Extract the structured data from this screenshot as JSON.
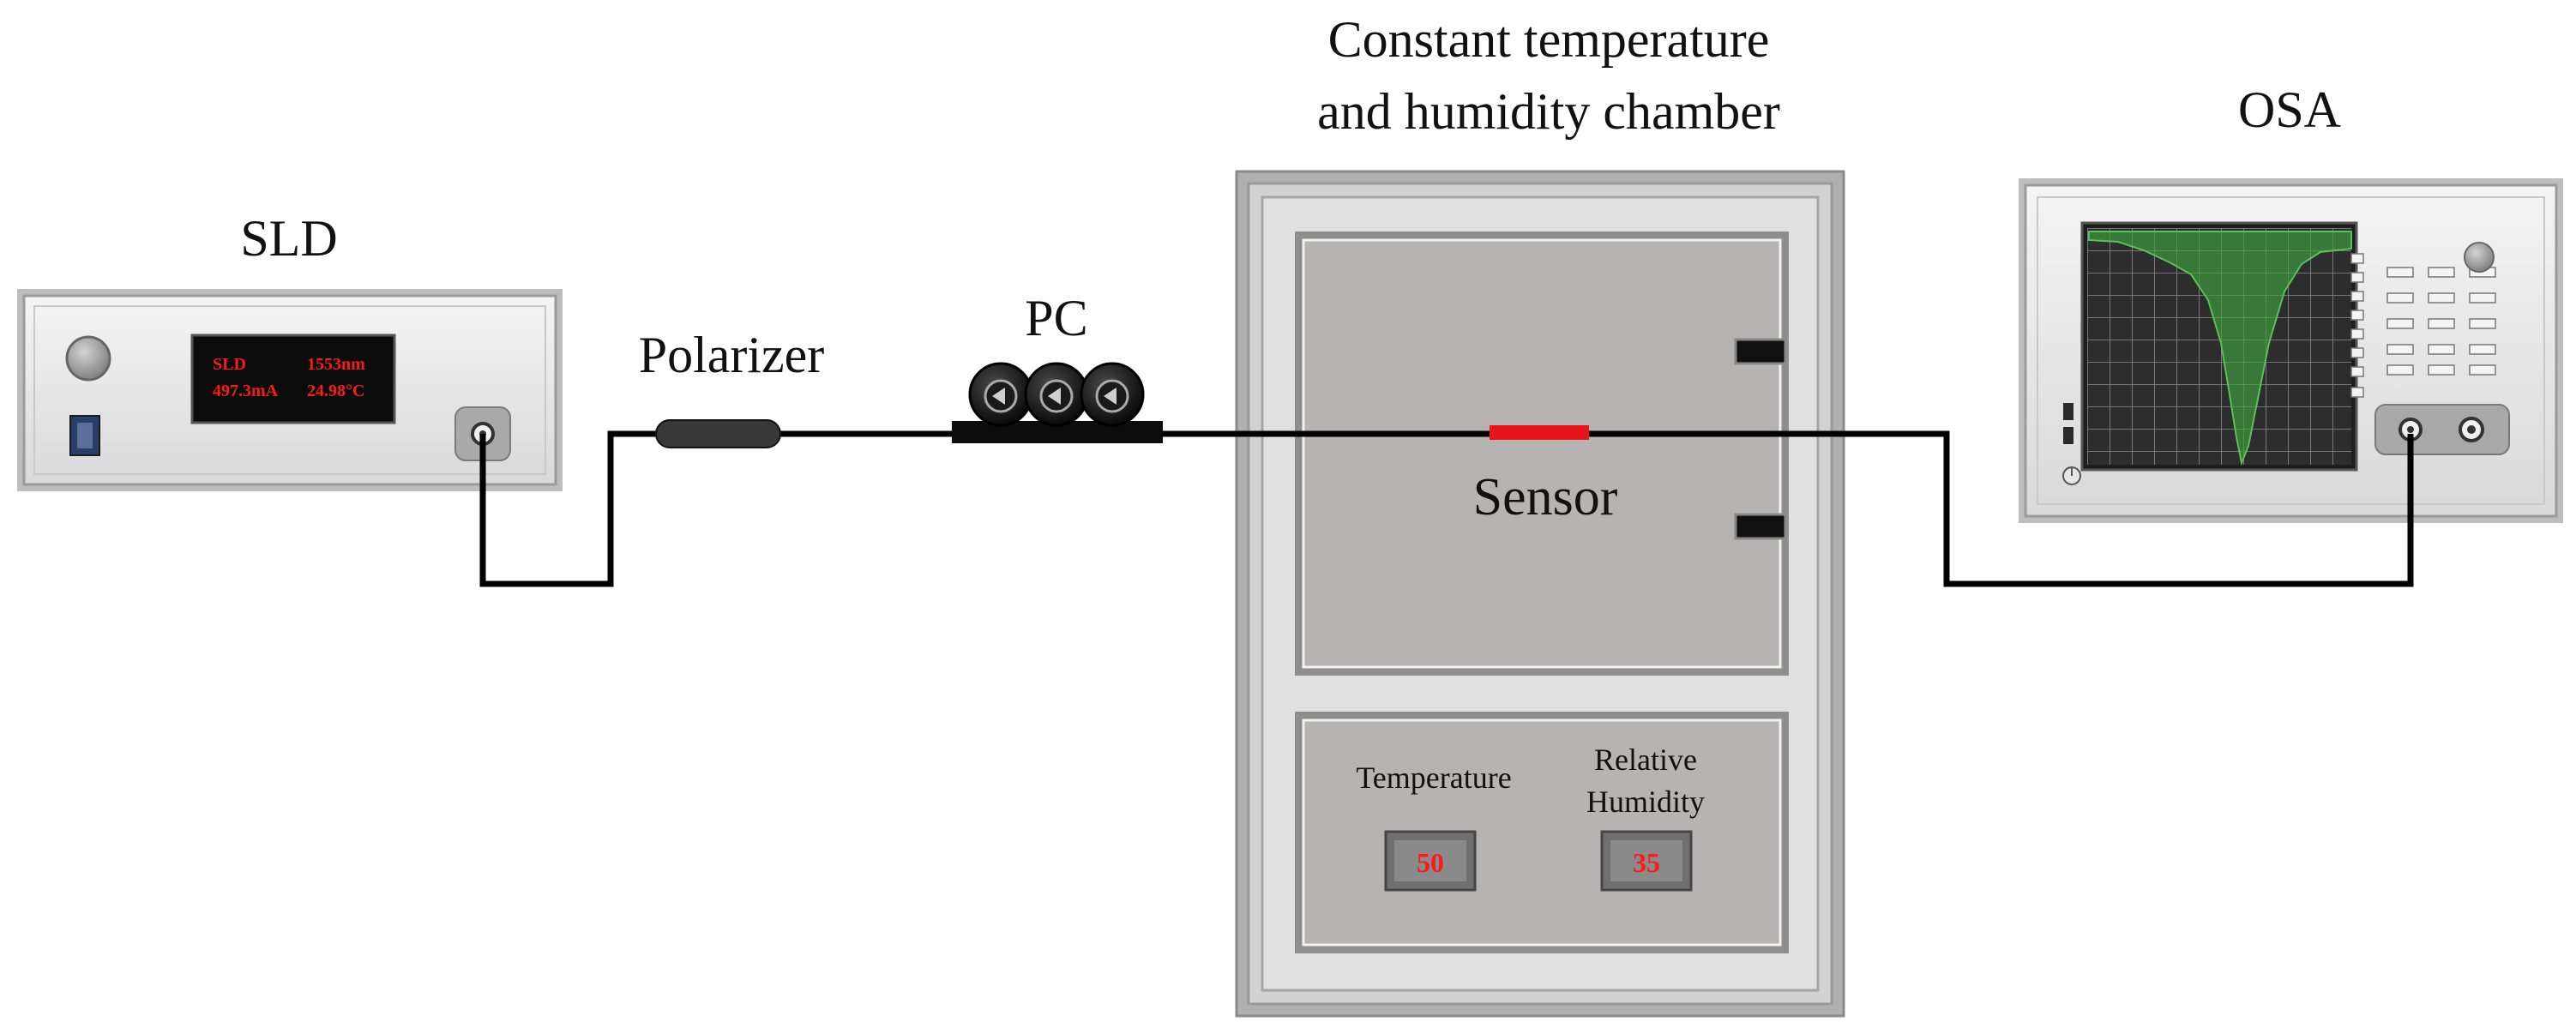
{
  "labels": {
    "sld": "SLD",
    "polarizer": "Polarizer",
    "pc": "PC",
    "chamber_line1": "Constant temperature",
    "chamber_line2": "and humidity chamber",
    "osa": "OSA",
    "sensor": "Sensor"
  },
  "sld_display": {
    "row1_left": "SLD",
    "row1_right": "1553nm",
    "row2_left": "497.3mA",
    "row2_right": "24.98°C"
  },
  "chamber_panel": {
    "temperature_label": "Temperature",
    "temperature_value": "50",
    "humidity_label_line1": "Relative",
    "humidity_label_line2": "Humidity",
    "humidity_value": "35"
  },
  "colors": {
    "fiber": "#000000",
    "sensor": "#e8141a",
    "display_text": "#ff1a1a",
    "osa_trace": "#3fa23f",
    "device_body": "#e6e6e6"
  },
  "icons": [
    "knob-icon",
    "power-icon",
    "connector-port-icon",
    "paddle-icon"
  ]
}
